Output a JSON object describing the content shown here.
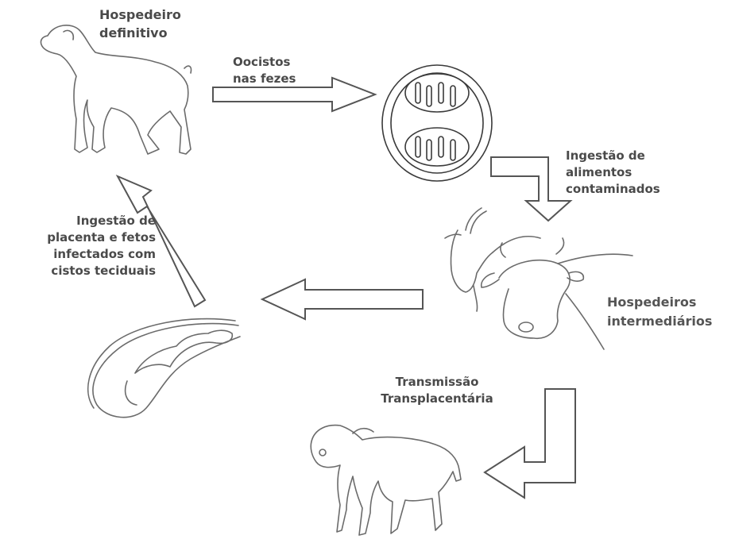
{
  "labels": {
    "definitive_host": "Hospedeiro\ndefinitivo",
    "oocysts": "Oocistos\nnas fezes",
    "ingestion_food": "Ingestão de\nalimentos\ncontaminados",
    "intermediate_hosts": "Hospedeiros\nintermediários",
    "ingestion_placenta": "Ingestão de\nplacenta e fetos\ninfectados com\ncistos teciduais",
    "transplacental": "Transmissão\nTransplacentária"
  }
}
